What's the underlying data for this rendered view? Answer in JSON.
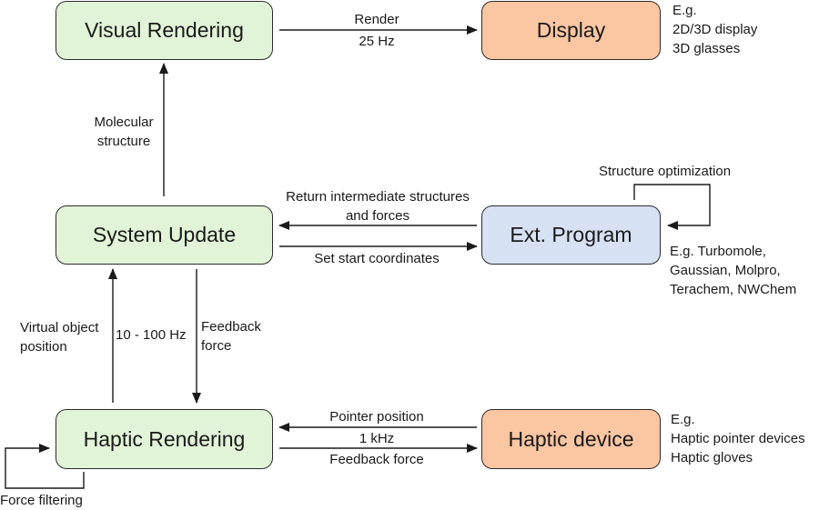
{
  "boxes": {
    "visual_rendering": "Visual Rendering",
    "display": "Display",
    "system_update": "System Update",
    "ext_program": "Ext. Program",
    "haptic_rendering": "Haptic Rendering",
    "haptic_device": "Haptic device"
  },
  "labels": {
    "render": "Render",
    "render_rate": "25 Hz",
    "display_examples": [
      "E.g.",
      "2D/3D display",
      "3D glasses"
    ],
    "molecular_structure": [
      "Molecular",
      "structure"
    ],
    "structure_optimization": "Structure optimization",
    "return_structures": [
      "Return intermediate structures",
      "and forces"
    ],
    "set_start_coordinates": "Set start coordinates",
    "ext_examples": [
      "E.g. Turbomole,",
      "Gaussian, Molpro,",
      "Terachem, NWChem"
    ],
    "virtual_object_position": [
      "Virtual object",
      "position"
    ],
    "update_rate": "10 - 100 Hz",
    "feedback_force_vertical": [
      "Feedback",
      "force"
    ],
    "pointer_position": "Pointer position",
    "haptic_rate": "1 kHz",
    "feedback_force": "Feedback force",
    "haptic_examples": [
      "E.g.",
      "Haptic pointer devices",
      "Haptic gloves"
    ],
    "force_filtering": "Force filtering"
  },
  "colors": {
    "green_box": "#e2f4d8",
    "orange_box": "#fbc6a2",
    "blue_box": "#d7e1f4",
    "line": "#1a1a1a"
  }
}
